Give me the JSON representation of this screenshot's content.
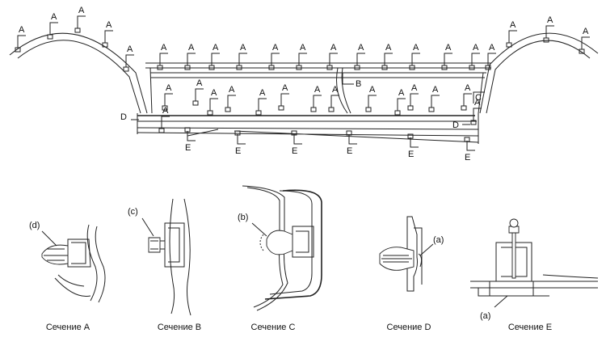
{
  "overview": {
    "section_markers": [
      "A",
      "A",
      "A",
      "A",
      "A",
      "A",
      "A",
      "A",
      "A",
      "A",
      "A",
      "A",
      "A",
      "A",
      "A",
      "A",
      "A",
      "A",
      "A",
      "A",
      "A",
      "A",
      "A",
      "A",
      "A",
      "A",
      "A",
      "A",
      "A",
      "A",
      "A",
      "A",
      "A",
      "A",
      "A",
      "A"
    ],
    "marker_b": "B",
    "marker_c": "C",
    "marker_d_left": "D",
    "marker_d_right": "D",
    "marker_e": [
      "E",
      "E",
      "E",
      "E",
      "E",
      "E"
    ]
  },
  "details": [
    {
      "callout": "(d)",
      "caption": "Сечение A"
    },
    {
      "callout": "(c)",
      "caption": "Сечение B"
    },
    {
      "callout": "(b)",
      "caption": "Сечение C"
    },
    {
      "callout": "(a)",
      "caption": "Сечение D"
    },
    {
      "callout": "(a)",
      "caption": "Сечение E"
    }
  ]
}
